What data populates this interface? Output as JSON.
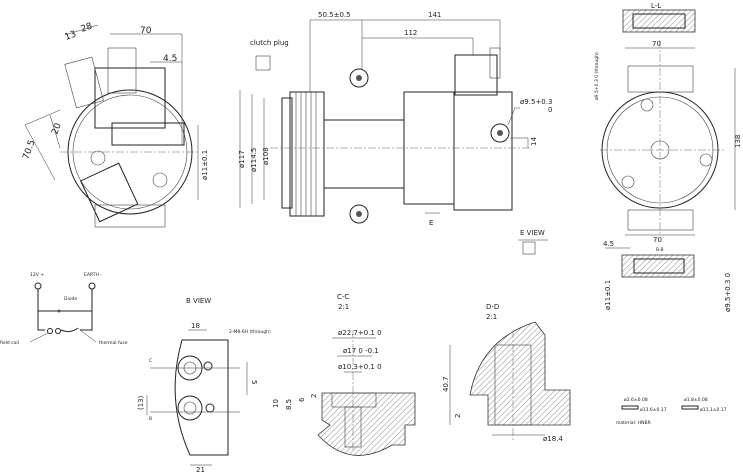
{
  "side_view": {
    "dim_13": "13",
    "dim_28": "28",
    "dim_70": "70",
    "dim_4_5": "4.5",
    "dim_20": "20",
    "dim_70_5": "70.5",
    "dia_11": "ø11±0.1"
  },
  "front_view": {
    "dim_50_5": "50.5±0.5",
    "dim_141": "141",
    "dim_112": "112",
    "clutch_plug": "clutch plug",
    "dia_117": "ø117",
    "dia_114_5": "ø114.5",
    "dia_108": "ø108",
    "dia_9_5": "ø9.5+0.3",
    "dia_9_5_tol": "0",
    "dim_14": "14",
    "arrow_e": "E",
    "e_view": "E VIEW"
  },
  "rear_view": {
    "section_ll": "L-L",
    "dim_70_top": "70",
    "dia_9_5_through": "ø9.5+0.3 0 (through)",
    "dim_138": "138",
    "dim_70_bottom": "70",
    "dim_4_5": "4.5",
    "section_bb": "B-B",
    "dia_11": "ø11±0.1",
    "dia_9_5": "ø9.5+0.3 0"
  },
  "circuit": {
    "plus": "12V +",
    "earth": "EARTH -",
    "diode": "Diode",
    "field_coil": "field coil",
    "thermal_fuse": "thermal fuse"
  },
  "b_view": {
    "title": "B VIEW",
    "dim_18": "18",
    "thread": "2-M8-6H (through)",
    "dim_13": "(13)",
    "dim_5": "5",
    "dim_21": "21",
    "mark_c": "C",
    "mark_b": "B"
  },
  "section_cc": {
    "title": "C-C",
    "scale": "2:1",
    "dia_22_7": "ø22.7+0.1 0",
    "dia_17": "ø17 0 -0.1",
    "dia_10_3": "ø10.3+0.1 0",
    "dim_10": "10",
    "dim_8_5": "8.5",
    "dim_6": "6",
    "dim_2": "2"
  },
  "section_dd": {
    "title": "D-D",
    "scale": "2:1",
    "dim_40_7": "40.7",
    "dim_2": "2",
    "dia_18_4": "ø18.4"
  },
  "orings": {
    "a_inner": "ø2.6±0.08",
    "a_outer": "ø13.6±0.17",
    "b_inner": "ø1.8±0.08",
    "b_outer": "ø11.1±0.17",
    "material": "material: HNBR"
  }
}
